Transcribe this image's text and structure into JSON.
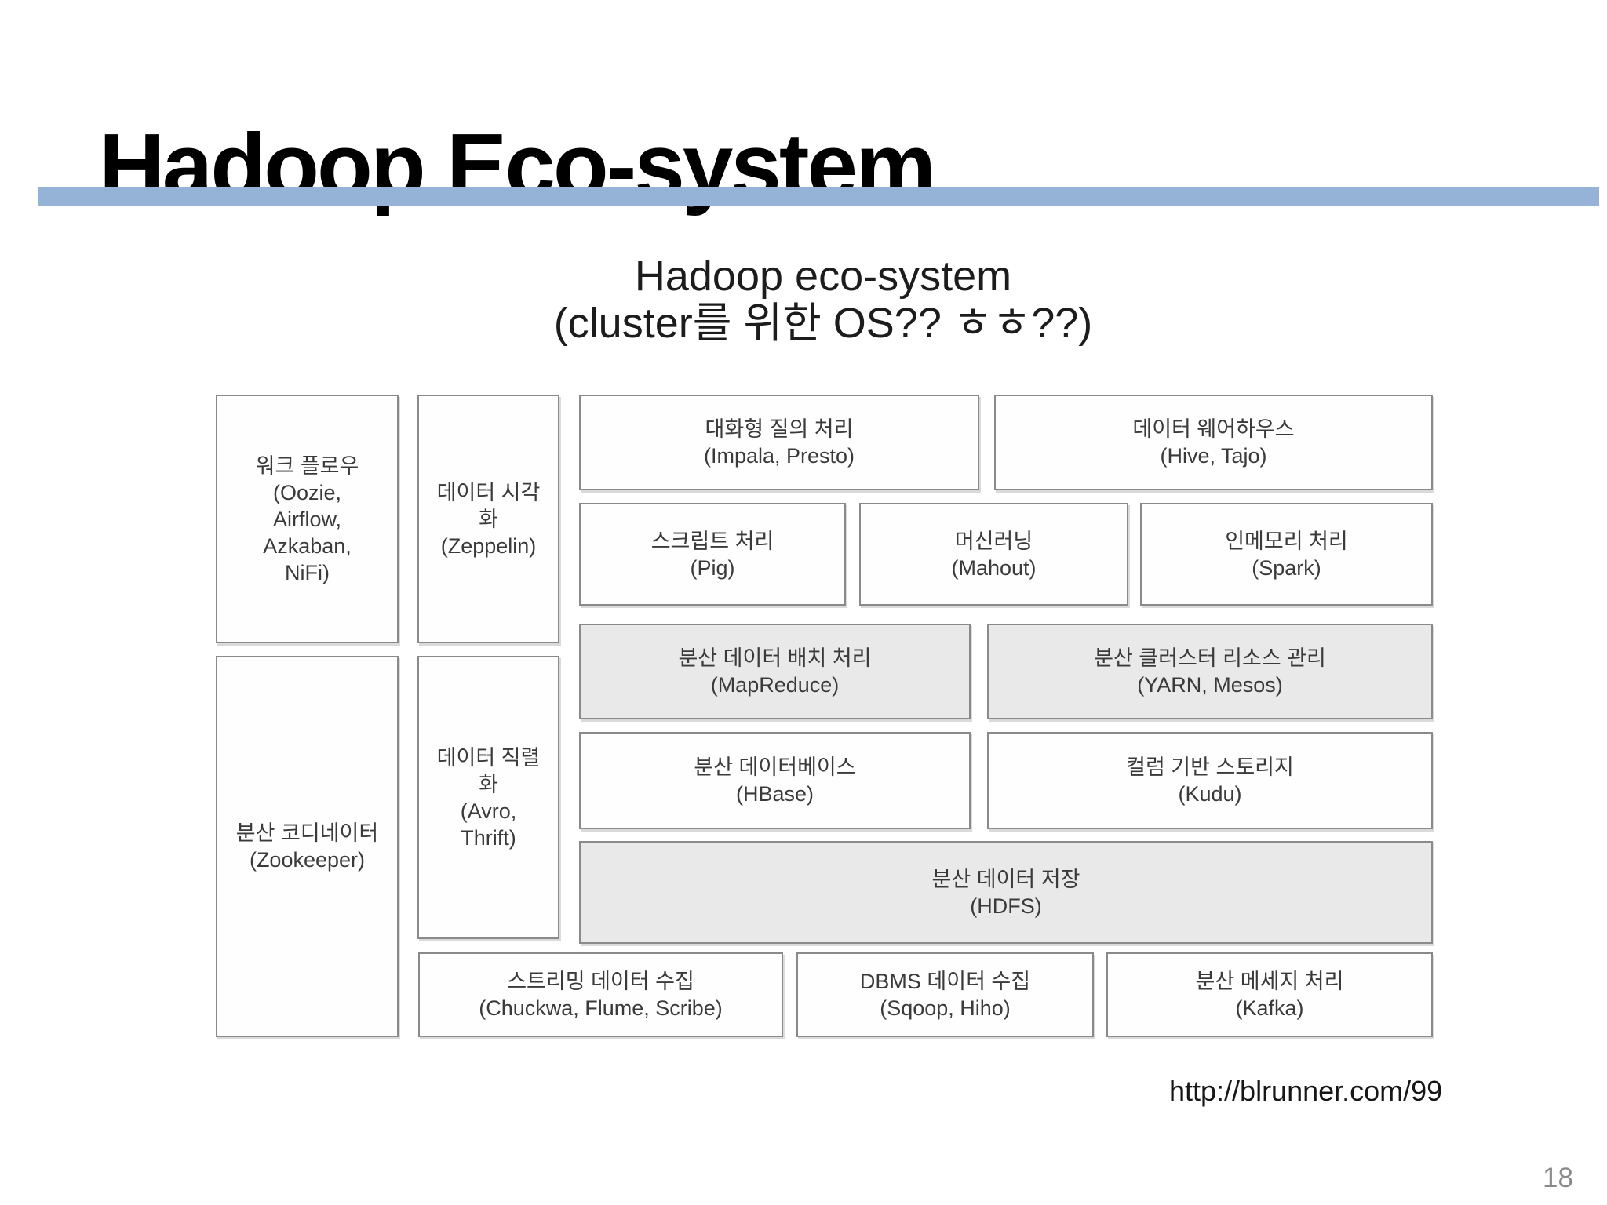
{
  "slide": {
    "title": "Hadoop Eco-system",
    "subtitle_line1": "Hadoop eco-system",
    "subtitle_line2": "(cluster를 위한 OS?? ㅎㅎ??)",
    "footer_url": "http://blrunner.com/99",
    "page_number": "18"
  },
  "colors": {
    "accent_bar": "#95b3d7",
    "box_gray_fill": "#e9e9e9",
    "box_border": "#8a8a8a",
    "page_number_gray": "#8a8a8a"
  },
  "diagram": {
    "boxes": {
      "workflow": {
        "label": "워크 플로우",
        "sub": "(Oozie, Airflow, Azkaban, NiFi)"
      },
      "zookeeper": {
        "label": "분산 코디네이터",
        "sub": "(Zookeeper)"
      },
      "dataviz": {
        "label": "데이터 시각화",
        "sub": "(Zeppelin)"
      },
      "serialization": {
        "label": "데이터 직렬화",
        "sub": "(Avro, Thrift)"
      },
      "interactive_query": {
        "label": "대화형 질의 처리",
        "sub": "(Impala, Presto)"
      },
      "warehouse": {
        "label": "데이터 웨어하우스",
        "sub": "(Hive, Tajo)"
      },
      "script": {
        "label": "스크립트 처리",
        "sub": "(Pig)"
      },
      "ml": {
        "label": "머신러닝",
        "sub": "(Mahout)"
      },
      "inmemory": {
        "label": "인메모리 처리",
        "sub": "(Spark)"
      },
      "mapreduce": {
        "label": "분산 데이터 배치 처리",
        "sub": "(MapReduce)"
      },
      "yarn": {
        "label": "분산 클러스터 리소스 관리",
        "sub": "(YARN, Mesos)"
      },
      "hbase": {
        "label": "분산 데이터베이스",
        "sub": "(HBase)"
      },
      "kudu": {
        "label": "컬럼 기반 스토리지",
        "sub": "(Kudu)"
      },
      "hdfs": {
        "label": "분산 데이터 저장",
        "sub": "(HDFS)"
      },
      "streaming": {
        "label": "스트리밍 데이터 수집",
        "sub": "(Chuckwa, Flume, Scribe)"
      },
      "dbms": {
        "label": "DBMS 데이터 수집",
        "sub": "(Sqoop, Hiho)"
      },
      "kafka": {
        "label": "분산 메세지 처리",
        "sub": "(Kafka)"
      }
    }
  }
}
